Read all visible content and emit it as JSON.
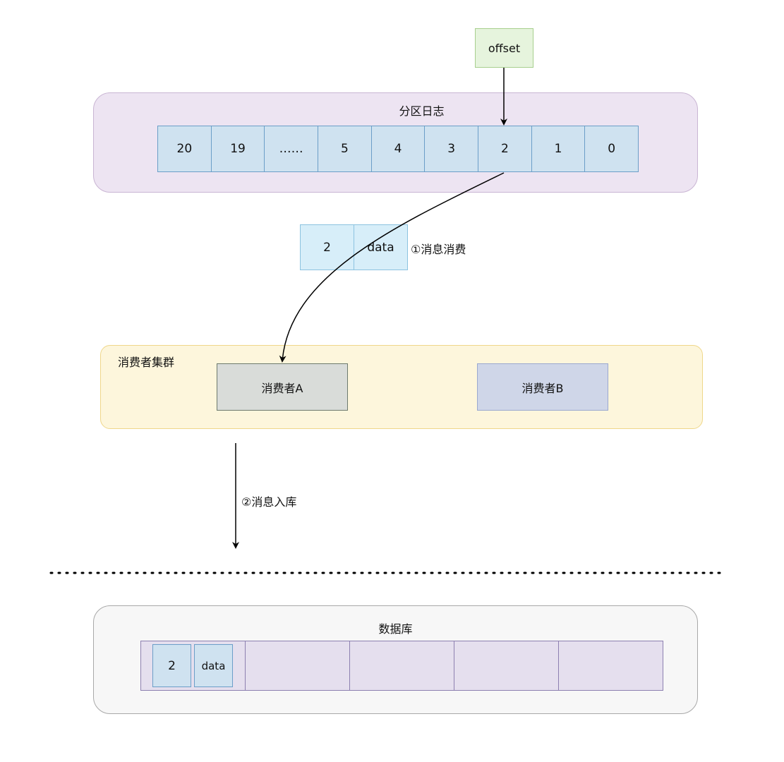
{
  "offset_label": "offset",
  "partition_log": {
    "title": "分区日志",
    "cells": [
      "20",
      "19",
      "……",
      "5",
      "4",
      "3",
      "2",
      "1",
      "0"
    ]
  },
  "message": {
    "key": "2",
    "value": "data",
    "step1_label": "①消息消费"
  },
  "consumer_cluster": {
    "title": "消费者集群",
    "consumer_a": "消费者A",
    "consumer_b": "消费者B"
  },
  "step2_label": "②消息入库",
  "database": {
    "title": "数据库",
    "row_key": "2",
    "row_value": "data"
  },
  "colors": {
    "partition_bg": "#ede4f2",
    "partition_border": "#c9b5d3",
    "cell_bg": "#cfe2f0",
    "cell_border": "#6b9ec8",
    "msg_bg": "#d7eef9",
    "msg_border": "#8cc3e0",
    "offset_bg": "#e6f4dd",
    "offset_border": "#a7cf8e",
    "cluster_bg": "#fdf6dc",
    "cluster_border": "#efd78a",
    "consumer_a_bg": "#d9dcd9",
    "consumer_a_border": "#6d7a6d",
    "consumer_b_bg": "#cfd6e8",
    "consumer_b_border": "#9aa8cf",
    "db_bg": "#f7f7f7",
    "db_border": "#a8a8a8",
    "db_row_bg": "#e5dfee",
    "db_row_border": "#8d80b0"
  }
}
